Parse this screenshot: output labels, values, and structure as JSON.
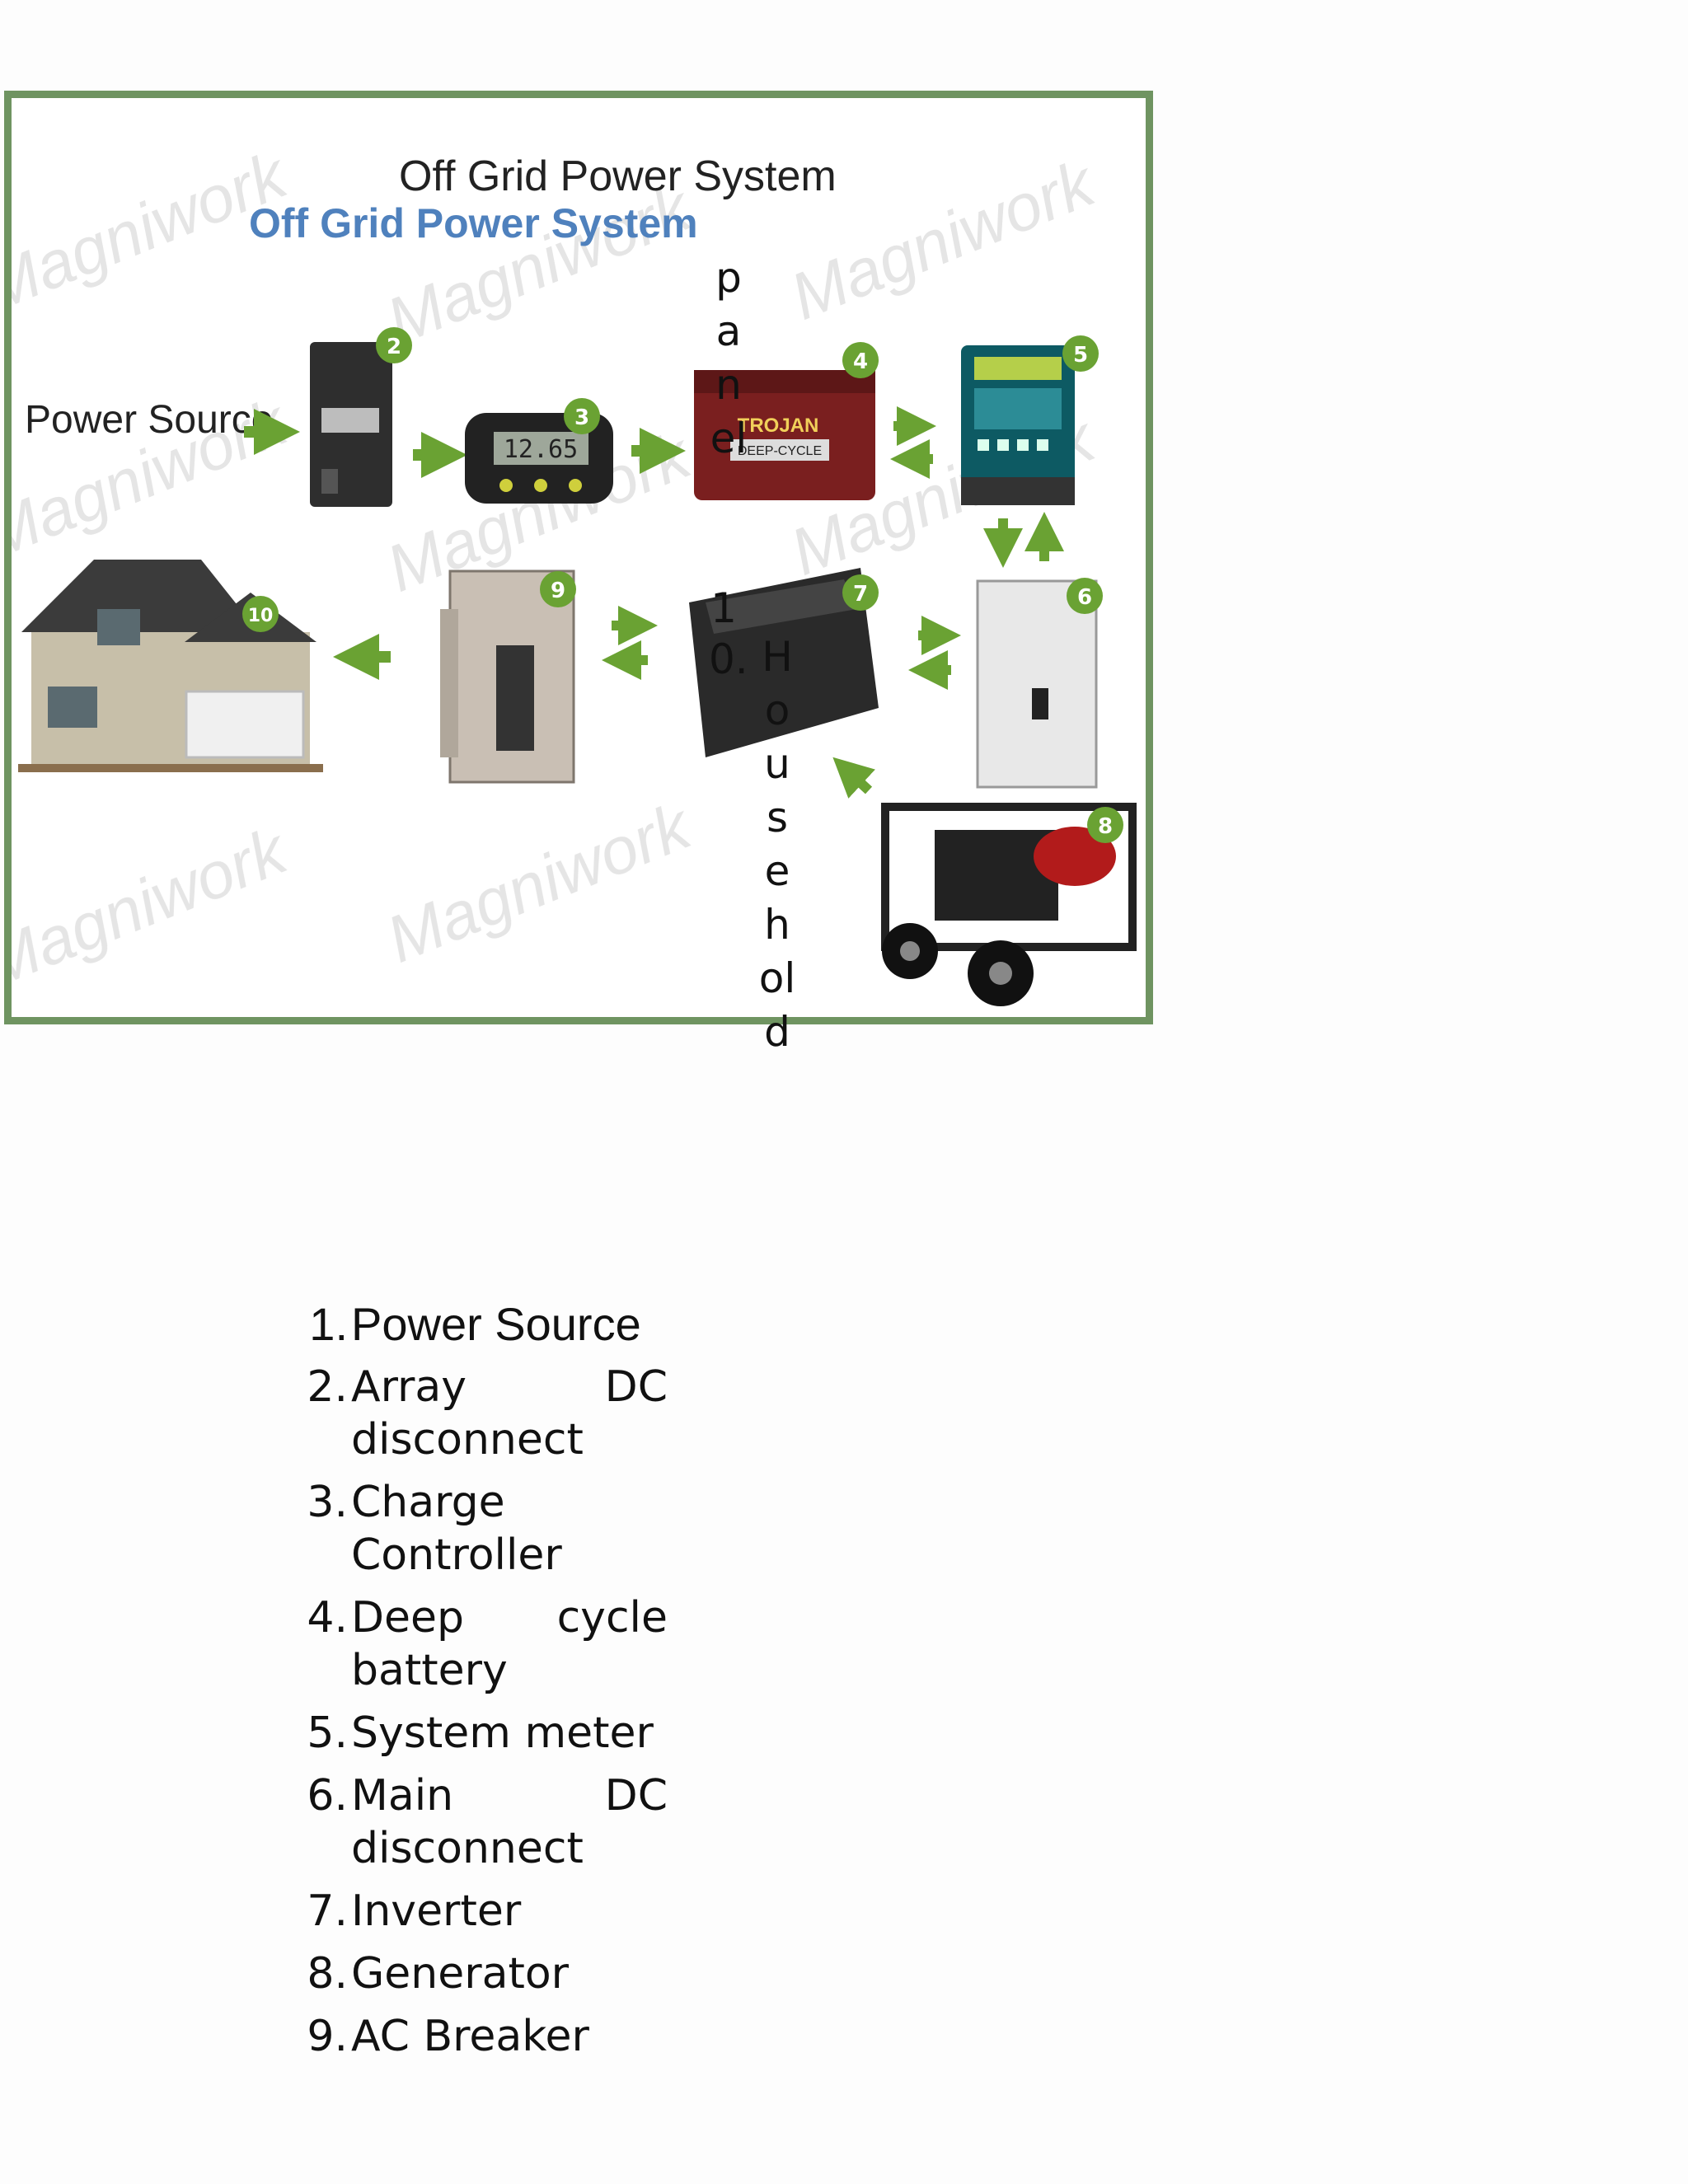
{
  "diagram": {
    "image_title": "Off Grid Power System",
    "power_source_label": "Power Source",
    "watermark": "Magniwork",
    "meter_readout": "12.65",
    "battery_brand": "TROJAN",
    "battery_model": "DEEP-CYCLE",
    "badges": [
      "2",
      "3",
      "4",
      "5",
      "6",
      "7",
      "8",
      "9",
      "10"
    ]
  },
  "overlay": {
    "title": "Off Grid Power System",
    "vertical_1": "panel",
    "vertical_2": "10.",
    "vertical_3": "Household"
  },
  "legend": {
    "items": [
      {
        "num": "1.",
        "label": "Power Source"
      },
      {
        "num": "2.",
        "label": "Array DC disconnect"
      },
      {
        "num": "3.",
        "label": "Charge Controller"
      },
      {
        "num": "4.",
        "label": "Deep cycle battery"
      },
      {
        "num": "5.",
        "label": "System meter"
      },
      {
        "num": "6.",
        "label": "Main DC disconnect"
      },
      {
        "num": "7.",
        "label": "Inverter"
      },
      {
        "num": "8.",
        "label": "Generator"
      },
      {
        "num": "9.",
        "label": "AC Breaker"
      }
    ]
  },
  "colors": {
    "border": "#6f9461",
    "arrow": "#6aa233",
    "badge": "#6aa233",
    "overlay_title": "#4f81bd"
  }
}
